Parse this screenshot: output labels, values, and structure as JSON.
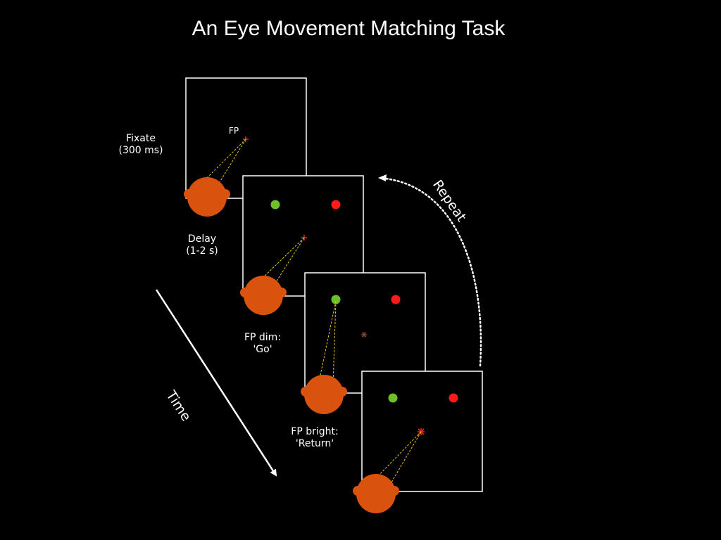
{
  "title": "An Eye Movement Matching Task",
  "colors": {
    "background": "#000000",
    "head": "#d9520e",
    "green_target": "#6fbf2a",
    "red_target": "#ff1a1a",
    "fixation_point": "#e03a1a",
    "gaze_line": "#e8c020",
    "frame": "#ffffff"
  },
  "stages": [
    {
      "name": "fixate",
      "label_lines": [
        "Fixate",
        "(300 ms)"
      ],
      "fp_label": "FP"
    },
    {
      "name": "delay",
      "label_lines": [
        "Delay",
        "(1-2 s)"
      ]
    },
    {
      "name": "fp-dim",
      "label_lines": [
        "FP dim:",
        "'Go'"
      ]
    },
    {
      "name": "fp-bright",
      "label_lines": [
        "FP bright:",
        "'Return'"
      ]
    }
  ],
  "time_label": "Time",
  "repeat_label": "Repeat"
}
